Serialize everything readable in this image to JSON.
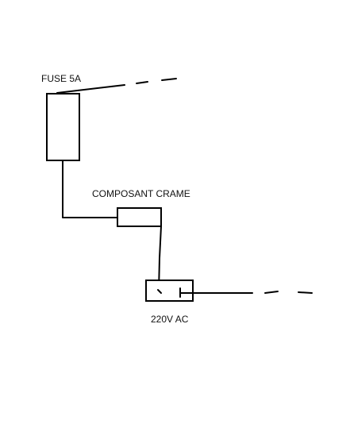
{
  "diagram": {
    "labels": {
      "fuse": "FUSE 5A",
      "component": "COMPOSANT CRAME",
      "source": "220V AC"
    },
    "colors": {
      "background": "#ffffff",
      "ink": "#000000"
    }
  }
}
